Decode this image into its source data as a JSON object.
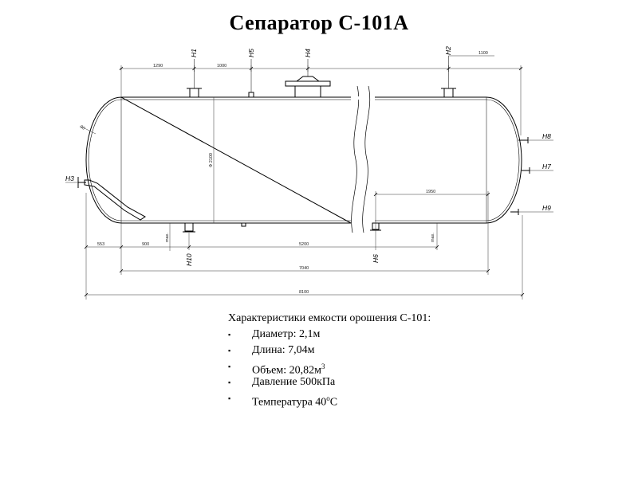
{
  "title": "Сепаратор С-101А",
  "drawing": {
    "nozzles": {
      "H1": "H1",
      "H2": "H2",
      "H3": "H3",
      "H4": "H4",
      "H5": "H5",
      "H6": "H6",
      "H7": "H7",
      "H8": "H8",
      "H9": "H9",
      "H10": "H10"
    },
    "dimensions": {
      "d1290": "1290",
      "d1000": "1000",
      "d1100": "1100",
      "d1950": "1950",
      "d553": "553",
      "d900": "900",
      "d5200": "5200",
      "d7040": "7040",
      "d8100": "8100",
      "diameter": "Ф 2100",
      "d30": "30",
      "dsmall1": "max.",
      "dsmall2": "max."
    }
  },
  "specs": {
    "heading": "Характеристики емкости орошения С-101:",
    "bullet": "▪",
    "items": [
      {
        "text": "Диаметр: 2,1м",
        "sup": ""
      },
      {
        "text": "Длина: 7,04м",
        "sup": ""
      },
      {
        "text": "Объем: 20,82м",
        "sup": "3"
      },
      {
        "text": "Давление 500кПа",
        "sup": ""
      },
      {
        "text": "Температура 40",
        "sup": "о",
        "suffix": "С"
      }
    ]
  }
}
